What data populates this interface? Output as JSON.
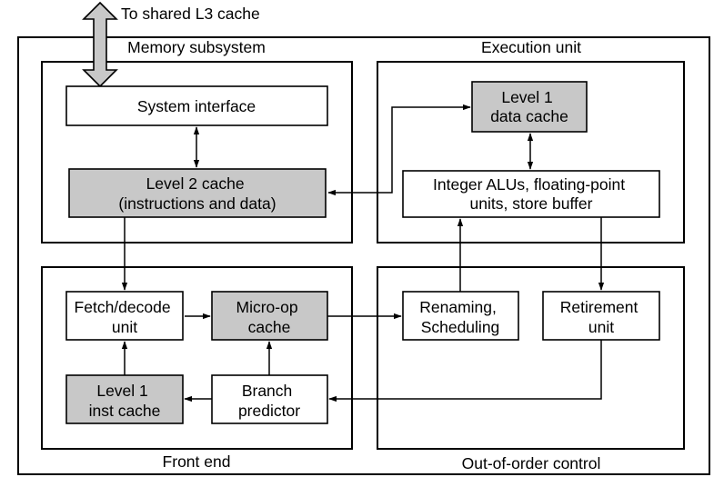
{
  "external_label": "To shared L3 cache",
  "sections": {
    "memory": "Memory subsystem",
    "execution": "Execution unit",
    "front_end": "Front end",
    "ooo": "Out-of-order control"
  },
  "blocks": {
    "system_interface": [
      "System interface"
    ],
    "l2_cache": [
      "Level 2 cache",
      "(instructions and data)"
    ],
    "l1_data": [
      "Level 1",
      "data cache"
    ],
    "alu": [
      "Integer ALUs, floating-point",
      "units, store buffer"
    ],
    "fetch": [
      "Fetch/decode",
      "unit"
    ],
    "microop": [
      "Micro-op",
      "cache"
    ],
    "l1_inst": [
      "Level 1",
      "inst cache"
    ],
    "branch": [
      "Branch",
      "predictor"
    ],
    "renaming": [
      "Renaming,",
      "Scheduling"
    ],
    "retirement": [
      "Retirement",
      "unit"
    ]
  },
  "colors": {
    "shaded_block": "#c8c8c8",
    "line": "#000000"
  }
}
